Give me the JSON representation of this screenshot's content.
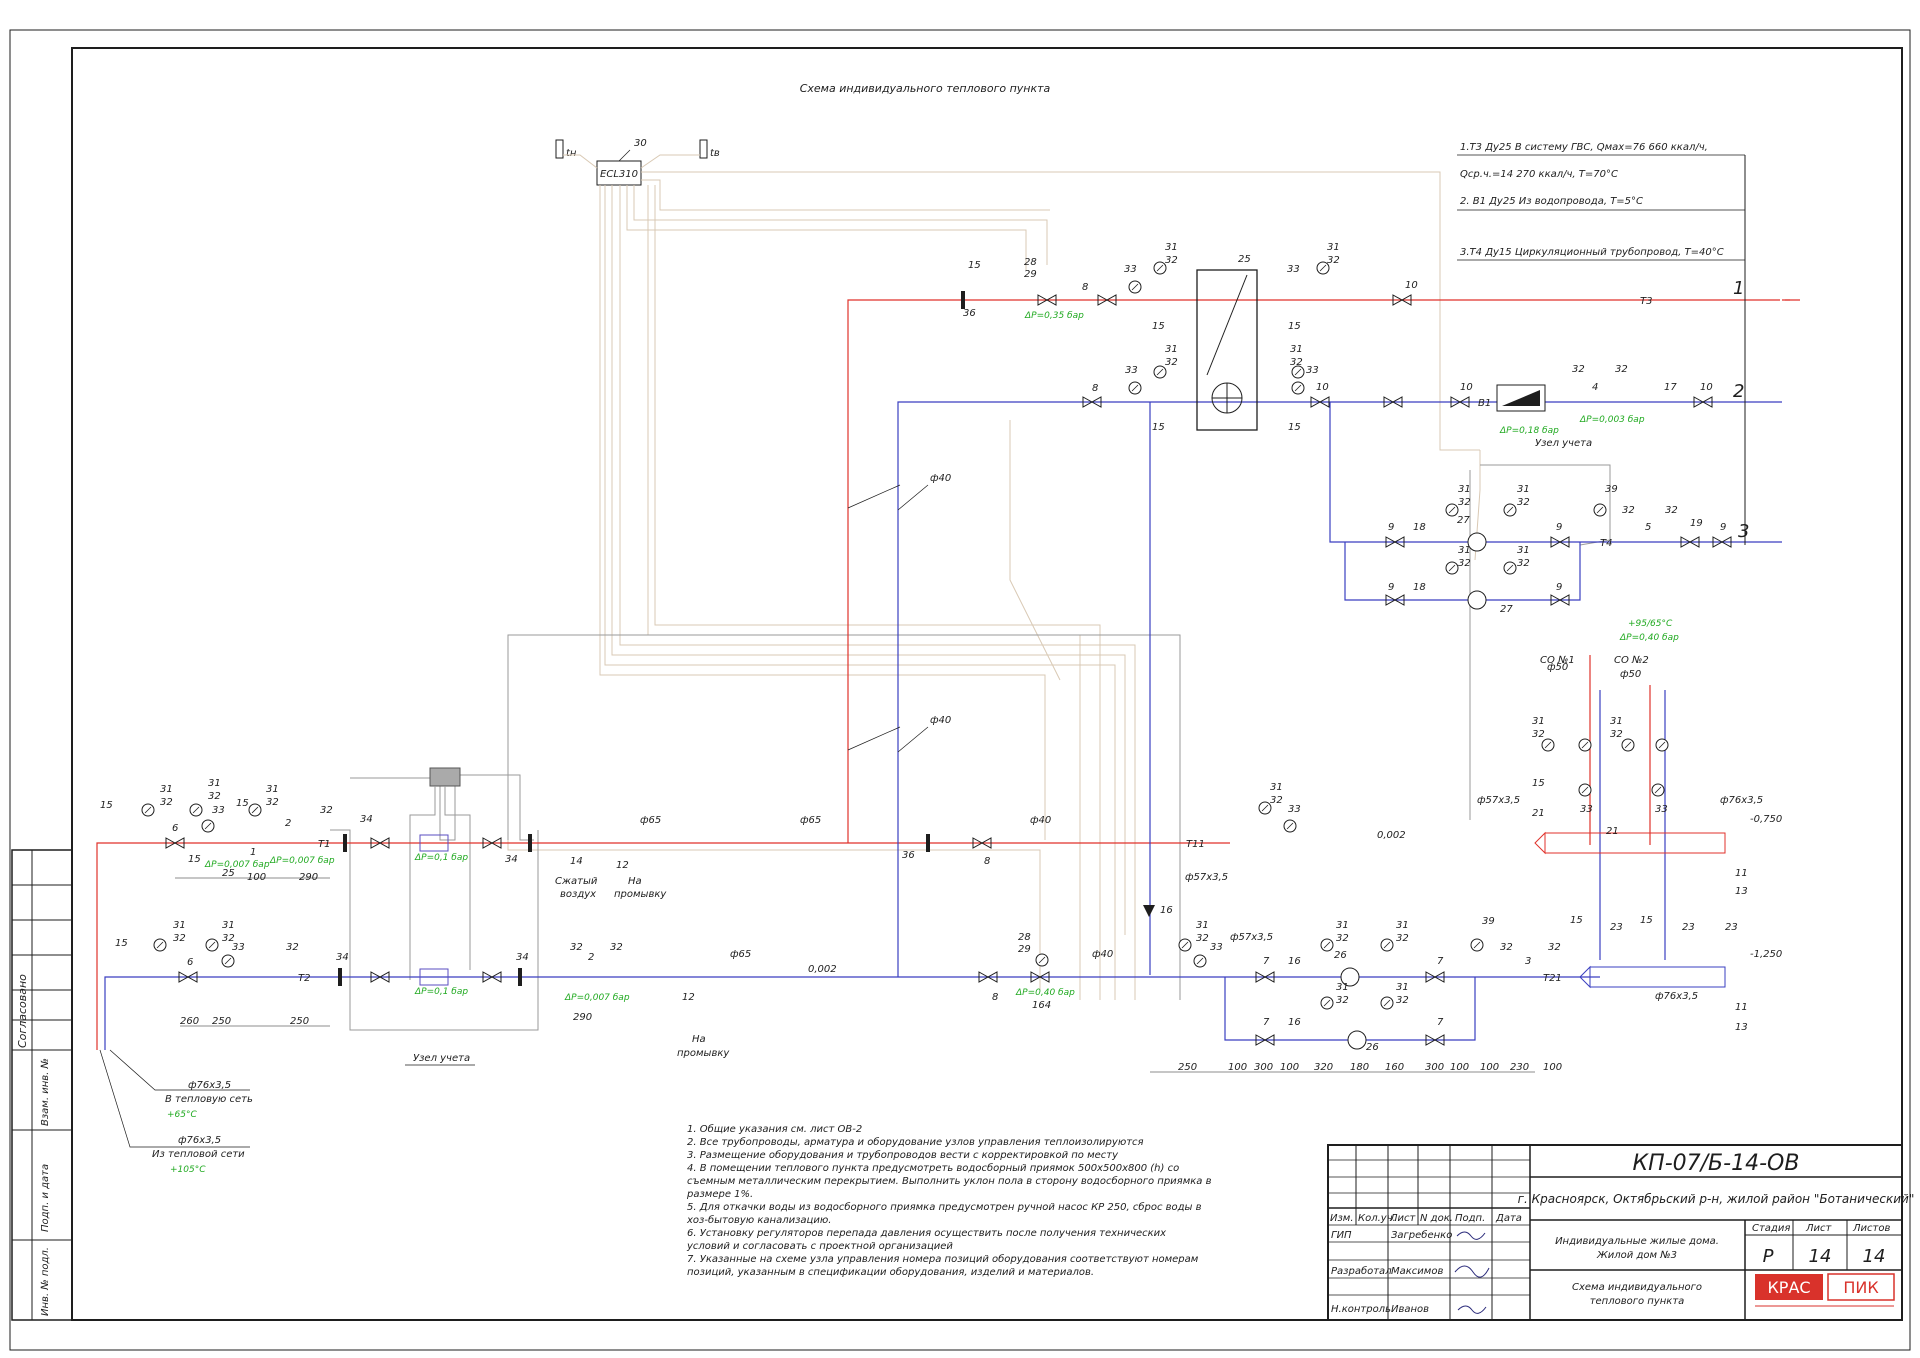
{
  "title": "Схема индивидуального теплового пункта",
  "controller": {
    "id": "ECL310",
    "pos": "30",
    "sensor_outdoor": "tн",
    "sensor_indoor": "tв"
  },
  "legend": [
    "1.Т3 Ду25 В систему ГВС, Qмах=76 660 ккал/ч,",
    "Qср.ч.=14 270 ккал/ч, Т=70°С",
    "2. В1 Ду25 Из водопровода, Т=5°С",
    "3.Т4 Ду15 Циркуляционный трубопровод, Т=40°С"
  ],
  "pipes": {
    "t3": "Т3",
    "b1": "В1",
    "t4": "Т4",
    "t1": "Т1",
    "t2": "Т2",
    "t11": "Т11",
    "t21": "Т21",
    "n1": "1",
    "n2": "2",
    "n3": "3"
  },
  "dims": {
    "d65a": "ф65",
    "d65b": "ф65",
    "d65c": "ф65",
    "d40a": "ф40",
    "d40b": "ф40",
    "d40c": "ф40",
    "d40d": "ф40",
    "d57a": "ф57х3,5",
    "d57b": "ф57х3,5",
    "d57c": "ф57х3,5",
    "d76a": "ф76х3,5",
    "d76b": "ф76х3,5",
    "d76c": "ф76х3,5",
    "d76d": "ф76х3,5",
    "d50a": "ф50",
    "d50b": "ф50",
    "slope1": "0,002",
    "slope2": "0,002",
    "lvl1": "-0,750",
    "lvl2": "-1,250"
  },
  "dp": {
    "dp1": "ΔP=0,35 бар",
    "dp2": "ΔP=0,1 бар",
    "dp3": "ΔP=0,003 бар",
    "dp4": "ΔP=0,007 бар",
    "dp5": "ΔP=0,1 бар",
    "dp6": "ΔP=0,1 бар",
    "dp7": "ΔP=0,007 бар",
    "dp8": "ΔP=0,18 бар",
    "dp9": "ΔP=0,40 бар",
    "temp_co": "+95/65°С",
    "t_out": "+65°С",
    "t_in": "+105°С"
  },
  "labels": {
    "node_meter_top": "Узел учета",
    "node_meter_bottom": "Узел учета",
    "air_1": "Сжатый",
    "air_2": "воздух",
    "flush_1": "На",
    "flush_2": "промывку",
    "flush_3": "На",
    "flush_4": "промывку",
    "co1": "СО №1",
    "co2": "СО №2",
    "to_net_1": "ф76х3,5",
    "to_net_2": "В тепловую сеть",
    "from_net_1": "ф76х3,5",
    "from_net_2": "Из тепловой сети"
  },
  "positions": {
    "p15a": "15",
    "p28a": "28",
    "p29a": "29",
    "p8a": "8",
    "p33a": "33",
    "p31a": "31",
    "p32a": "32",
    "p25": "25",
    "p33b": "33",
    "p31b": "31",
    "p32b": "32",
    "p10a": "10",
    "p36a": "36",
    "p15b": "15",
    "p15c": "15",
    "p8b": "8",
    "p33c": "33",
    "p31c": "31",
    "p32c": "32",
    "p15d": "15",
    "p15e": "15",
    "p31d": "31",
    "p32d": "32",
    "p33d": "33",
    "p10b": "10",
    "p10c": "10",
    "p32e": "32",
    "p4": "4",
    "p32f": "32",
    "p17": "17",
    "p10d": "10",
    "p9a": "9",
    "p18a": "18",
    "p31e": "31",
    "p32g": "32",
    "p27a": "27",
    "p31f": "31",
    "p32h": "32",
    "p9b": "9",
    "p39a": "39",
    "p32i": "32",
    "p5": "5",
    "p32j": "32",
    "p19": "19",
    "p9c": "9",
    "p9d": "9",
    "p18b": "18",
    "p31g": "31",
    "p32k": "32",
    "p31h": "31",
    "p32l": "32",
    "p27b": "27",
    "p9e": "9",
    "p15f": "15",
    "p31i": "31",
    "p32m": "32",
    "p6a": "6",
    "p31j": "31",
    "p32n": "32",
    "p33e": "33",
    "p15g": "15",
    "p31k": "31",
    "p32o": "32",
    "p1": "1",
    "p2a": "2",
    "p32p": "32",
    "p15h": "15",
    "p34a": "34",
    "p34b": "34",
    "p14": "14",
    "p12a": "12",
    "p36b": "36",
    "p8c": "8",
    "p31l": "31",
    "p32q": "32",
    "p33f": "33",
    "p15i": "15",
    "p31m": "31",
    "p32r": "32",
    "p6b": "6",
    "p31n": "31",
    "p32s": "32",
    "p33g": "33",
    "p32t": "32",
    "p34c": "34",
    "p34d": "34",
    "p32u": "32",
    "p2b": "2",
    "p32v": "32",
    "p12b": "12",
    "p8d": "8",
    "p28b": "28",
    "p29b": "29",
    "p16a": "16",
    "p31o": "31",
    "p32w": "32",
    "p33h": "33",
    "p7a": "7",
    "p16b": "16",
    "p31p": "31",
    "p32x": "32",
    "p26a": "26",
    "p31q": "31",
    "p32y": "32",
    "p7b": "7",
    "p39b": "39",
    "p32z": "32",
    "p3": "3",
    "p32aa": "32",
    "p7c": "7",
    "p16c": "16",
    "p31r": "31",
    "p32ab": "32",
    "p26b": "26",
    "p31s": "31",
    "p32ac": "32",
    "p7d": "7",
    "p31t": "31",
    "p32ad": "32",
    "p15j": "15",
    "p21a": "21",
    "p33i": "33",
    "p31u": "31",
    "p32ae": "32",
    "p21b": "21",
    "p33j": "33",
    "p11a": "11",
    "p13a": "13",
    "p15k": "15",
    "p23a": "23",
    "p15l": "15",
    "p23b": "23",
    "p23c": "23",
    "p11b": "11",
    "p13b": "13"
  },
  "measures": {
    "m1": "25",
    "m2": "100",
    "m3": "290",
    "m4": "260",
    "m5": "250",
    "m6": "250",
    "m7": "290",
    "m8": "164",
    "m9": "250",
    "m10": "100",
    "m11": "300",
    "m12": "100",
    "m13": "320",
    "m14": "180",
    "m15": "160",
    "m16": "300",
    "m17": "100",
    "m18": "100",
    "m19": "230",
    "m20": "100"
  },
  "notes": [
    "1. Общие указания см. лист ОВ-2",
    "2. Все трубопроводы, арматура и оборудование узлов управления теплоизолируются",
    "3. Размещение оборудования и трубопроводов вести с корректировкой по месту",
    "4. В помещении теплового пункта предусмотреть водосборный приямок 500х500х800 (h) со",
    "съемным металлическим перекрытием. Выполнить уклон пола в сторону водосборного приямка в",
    "размере 1%.",
    "5. Для откачки воды из водосборного приямка предусмотрен ручной насос КР 250, сброс воды в",
    "хоз-бытовую канализацию.",
    "6. Установку регуляторов перепада давления осуществить после получения технических",
    "условий и согласовать с проектной организацией",
    "7. Указанные на схеме узла управления номера позиций оборудования соответствуют номерам",
    "позиций, указанным в спецификации оборудования, изделий и материалов."
  ],
  "side_stamp": {
    "agreed": "Согласовано",
    "inv_replace": "Взам. инв. №",
    "sign_date": "Подп. и дата",
    "inv_orig": "Инв. № подл."
  },
  "title_block": {
    "code": "КП-07/Б-14-ОВ",
    "address": "г. Красноярск, Октябрьский р-н, жилой район \"Ботанический\"",
    "h_izm": "Изм.",
    "h_koluch": "Кол.уч.",
    "h_list": "Лист",
    "h_ndok": "N док.",
    "h_podp": "Подп.",
    "h_data": "Дата",
    "r1_role": "ГИП",
    "r1_name": "Загребенко",
    "r2_role": "Разработал",
    "r2_name": "Максимов",
    "r3_role": "Н.контроль",
    "r3_name": "Иванов",
    "object_1": "Индивидуальные жилые дома.",
    "object_2": "Жилой дом №3",
    "sheet_1": "Схема индивидуального",
    "sheet_2": "теплового пункта",
    "h_stage": "Стадия",
    "h_sheet": "Лист",
    "h_sheets": "Листов",
    "stage": "Р",
    "sheet": "14",
    "sheets": "14",
    "logo_1": "КРАС",
    "logo_2": "ПИК"
  },
  "colors": {
    "supply": "#e0322b",
    "return": "#3a3fc0",
    "control": "#d9c9b4",
    "ink": "#1e1e1e",
    "dp": "#22aa22"
  }
}
